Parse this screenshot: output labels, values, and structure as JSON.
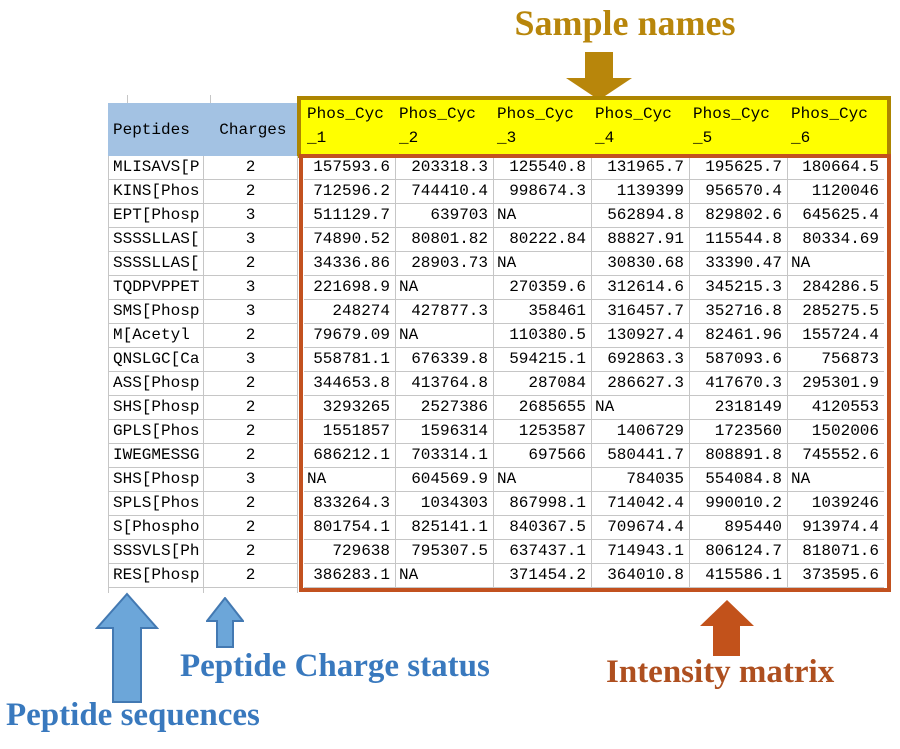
{
  "annotations": {
    "sample_names": "Sample names",
    "peptide_sequences": "Peptide sequences",
    "peptide_charge_status": "Peptide Charge status",
    "intensity_matrix": "Intensity matrix"
  },
  "colors": {
    "header_blue_bg": "#a3c2e3",
    "sample_header_bg": "#ffff00",
    "sample_header_border": "#ad8500",
    "matrix_border": "#c2511f",
    "grid_line": "#c6c6c6",
    "annotation_gold": "#b8860b",
    "annotation_blue": "#3979be",
    "annotation_brown": "#ae4f1f",
    "arrow_blue_fill": "#6ca6d9",
    "arrow_blue_stroke": "#4379b2",
    "arrow_orange_fill": "#c2521b"
  },
  "table": {
    "corner_headers": [
      "Peptides",
      "Charges"
    ],
    "sample_headers": [
      {
        "l1": "Phos_Cyc",
        "l2": "_1"
      },
      {
        "l1": "Phos_Cyc",
        "l2": "_2"
      },
      {
        "l1": "Phos_Cyc",
        "l2": "_3"
      },
      {
        "l1": "Phos_Cyc",
        "l2": "_4"
      },
      {
        "l1": "Phos_Cyc",
        "l2": "_5"
      },
      {
        "l1": "Phos_Cyc",
        "l2": "_6"
      }
    ],
    "rows": [
      {
        "peptide": "MLISAVS[P",
        "charge": "2",
        "values": [
          "157593.6",
          "203318.3",
          "125540.8",
          "131965.7",
          "195625.7",
          "180664.5"
        ]
      },
      {
        "peptide": "KINS[Phos",
        "charge": "2",
        "values": [
          "712596.2",
          "744410.4",
          "998674.3",
          "1139399",
          "956570.4",
          "1120046"
        ]
      },
      {
        "peptide": "EPT[Phosp",
        "charge": "3",
        "values": [
          "511129.7",
          "639703",
          "NA",
          "562894.8",
          "829802.6",
          "645625.4"
        ]
      },
      {
        "peptide": "SSSSLLAS[",
        "charge": "3",
        "values": [
          "74890.52",
          "80801.82",
          "80222.84",
          "88827.91",
          "115544.8",
          "80334.69"
        ]
      },
      {
        "peptide": "SSSSLLAS[",
        "charge": "2",
        "values": [
          "34336.86",
          "28903.73",
          "NA",
          "30830.68",
          "33390.47",
          "NA"
        ]
      },
      {
        "peptide": "TQDPVPPET",
        "charge": "3",
        "values": [
          "221698.9",
          "NA",
          "270359.6",
          "312614.6",
          "345215.3",
          "284286.5"
        ]
      },
      {
        "peptide": "SMS[Phosp",
        "charge": "3",
        "values": [
          "248274",
          "427877.3",
          "358461",
          "316457.7",
          "352716.8",
          "285275.5"
        ]
      },
      {
        "peptide": "M[Acetyl",
        "charge": "2",
        "values": [
          "79679.09",
          "NA",
          "110380.5",
          "130927.4",
          "82461.96",
          "155724.4"
        ]
      },
      {
        "peptide": "QNSLGC[Ca",
        "charge": "3",
        "values": [
          "558781.1",
          "676339.8",
          "594215.1",
          "692863.3",
          "587093.6",
          "756873"
        ]
      },
      {
        "peptide": "ASS[Phosp",
        "charge": "2",
        "values": [
          "344653.8",
          "413764.8",
          "287084",
          "286627.3",
          "417670.3",
          "295301.9"
        ]
      },
      {
        "peptide": "SHS[Phosp",
        "charge": "2",
        "values": [
          "3293265",
          "2527386",
          "2685655",
          "NA",
          "2318149",
          "4120553"
        ]
      },
      {
        "peptide": "GPLS[Phos",
        "charge": "2",
        "values": [
          "1551857",
          "1596314",
          "1253587",
          "1406729",
          "1723560",
          "1502006"
        ]
      },
      {
        "peptide": "IWEGMESSG",
        "charge": "2",
        "values": [
          "686212.1",
          "703314.1",
          "697566",
          "580441.7",
          "808891.8",
          "745552.6"
        ]
      },
      {
        "peptide": "SHS[Phosp",
        "charge": "3",
        "values": [
          "NA",
          "604569.9",
          "NA",
          "784035",
          "554084.8",
          "NA"
        ]
      },
      {
        "peptide": "SPLS[Phos",
        "charge": "2",
        "values": [
          "833264.3",
          "1034303",
          "867998.1",
          "714042.4",
          "990010.2",
          "1039246"
        ]
      },
      {
        "peptide": "S[Phospho",
        "charge": "2",
        "values": [
          "801754.1",
          "825141.1",
          "840367.5",
          "709674.4",
          "895440",
          "913974.4"
        ]
      },
      {
        "peptide": "SSSVLS[Ph",
        "charge": "2",
        "values": [
          "729638",
          "795307.5",
          "637437.1",
          "714943.1",
          "806124.7",
          "818071.6"
        ]
      },
      {
        "peptide": "RES[Phosp",
        "charge": "2",
        "values": [
          "386283.1",
          "NA",
          "371454.2",
          "364010.8",
          "415586.1",
          "373595.6"
        ]
      }
    ]
  }
}
